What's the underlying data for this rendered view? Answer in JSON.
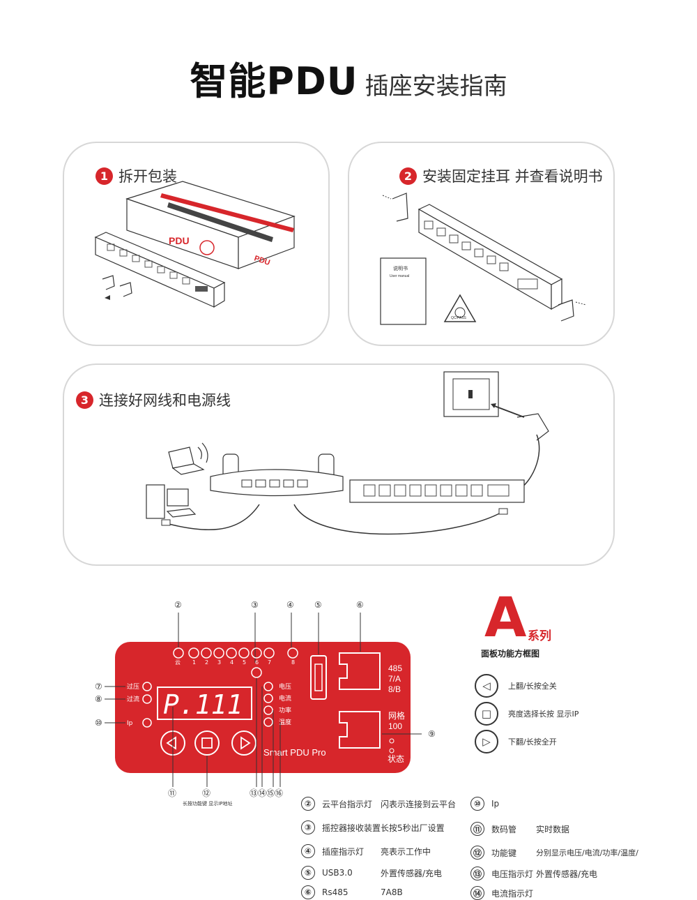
{
  "title": {
    "main": "智能PDU",
    "sub": "插座安装指南"
  },
  "steps": [
    {
      "num": "1",
      "label": "拆开包装"
    },
    {
      "num": "2",
      "label": "安装固定挂耳 并查看说明书"
    },
    {
      "num": "3",
      "label": "连接好网线和电源线"
    }
  ],
  "step1": {
    "box_pdu": "PDU",
    "box_pdu2": "PDU"
  },
  "step2": {
    "manual_title": "说明书",
    "manual_sub": "User manual",
    "qc": "QC/PASS"
  },
  "panel": {
    "callouts_top": [
      "②",
      "③",
      "④",
      "⑤",
      "⑥"
    ],
    "callouts_left": [
      "⑦",
      "⑧",
      "⑩"
    ],
    "callout_right": "⑨",
    "callouts_bottom": [
      "⑪",
      "⑫",
      "⑬⑭⑮⑯"
    ],
    "bottom_note": "长按功能键 显示IP地址",
    "cloud_label": "云",
    "led_nums": [
      "1",
      "2",
      "3",
      "4",
      "5",
      "6",
      "7",
      "8"
    ],
    "left_labels": [
      "过压",
      "过流",
      "Ip"
    ],
    "display_text": "P.111",
    "right_leds": [
      "电压",
      "电流",
      "功率",
      "温度"
    ],
    "port_top_label": [
      "485",
      "7/A",
      "8/B"
    ],
    "port_bottom_label": [
      "网格",
      "100"
    ],
    "state_label": "状态",
    "brand": "Smart PDU Pro"
  },
  "series": {
    "letter": "A",
    "suffix": "系列",
    "subtitle": "面板功能方框图"
  },
  "keys": [
    {
      "symbol": "◁",
      "label": "上翻/长按全关"
    },
    {
      "symbol": "□",
      "label": "亮度选择长按 显示IP"
    },
    {
      "symbol": "▷",
      "label": "下翻/长按全开"
    }
  ],
  "legend_left": [
    {
      "num": "②",
      "name": "云平台指示灯",
      "desc": "闪表示连接到云平台"
    },
    {
      "num": "③",
      "name": "摇控器接收装置",
      "desc": "长按5秒出厂设置"
    },
    {
      "num": "④",
      "name": "插座指示灯",
      "desc": "亮表示工作中"
    },
    {
      "num": "⑤",
      "name": "USB3.0",
      "desc": "外置传感器/充电"
    },
    {
      "num": "⑥",
      "name": "Rs485",
      "desc": "7A8B"
    }
  ],
  "legend_right": [
    {
      "num": "⑩",
      "name": "Ip",
      "desc": ""
    },
    {
      "num": "⑪",
      "name": "数码管",
      "desc": "实时数据"
    },
    {
      "num": "⑫",
      "name": "功能键",
      "desc": "分别显示电压/电流/功率/温度/"
    },
    {
      "num": "⑬",
      "name": "电压指示灯",
      "desc": "外置传感器/充电"
    },
    {
      "num": "⑭",
      "name": "电流指示灯",
      "desc": ""
    }
  ],
  "colors": {
    "accent": "#d7262b",
    "panel": "#d7262b",
    "line": "#333333"
  }
}
